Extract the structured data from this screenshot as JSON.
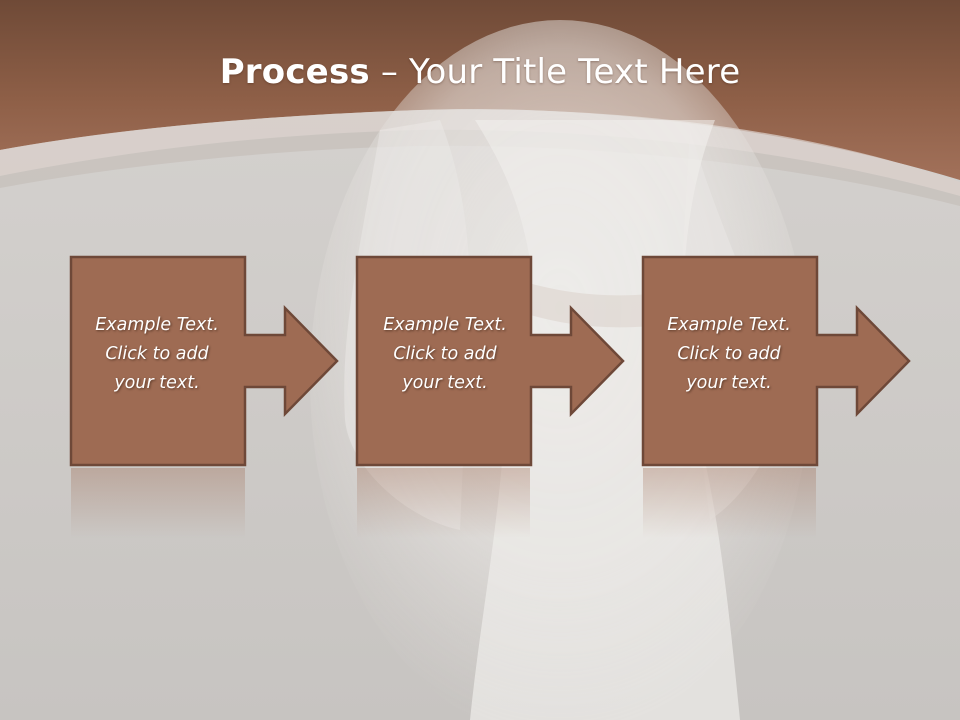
{
  "colors": {
    "box_fill": "#9e6b53",
    "box_stroke": "#6e4838",
    "header_brown": "#8a5b44",
    "background": "#c9c6c3"
  },
  "title": {
    "strong": "Process",
    "rest": " – Your Title Text Here"
  },
  "steps": [
    {
      "lines": [
        "Example Text.",
        "Click  to add",
        "your text."
      ]
    },
    {
      "lines": [
        "Example Text.",
        "Click  to add",
        "your text."
      ]
    },
    {
      "lines": [
        "Example Text.",
        "Click  to add",
        "your text."
      ]
    }
  ]
}
